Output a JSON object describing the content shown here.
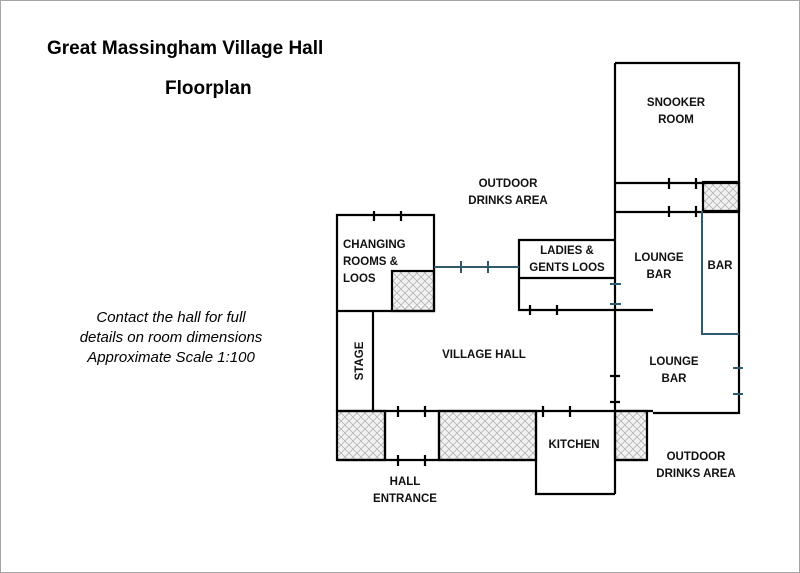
{
  "title": "Great Massingham Village Hall",
  "subtitle": "Floorplan",
  "note": [
    "Contact the hall for full",
    "details on room dimensions",
    "Approximate Scale 1:100"
  ],
  "rooms": {
    "snooker": [
      "SNOOKER",
      "ROOM"
    ],
    "outdoor_top": [
      "OUTDOOR",
      "DRINKS AREA"
    ],
    "changing": [
      "CHANGING",
      "ROOMS &",
      "LOOS"
    ],
    "loos": [
      "LADIES &",
      "GENTS LOOS"
    ],
    "lounge1": [
      "LOUNGE",
      "BAR"
    ],
    "bar": "BAR",
    "lounge2": [
      "LOUNGE",
      "BAR"
    ],
    "stage": "STAGE",
    "village_hall": "VILLAGE HALL",
    "kitchen": "KITCHEN",
    "entrance": [
      "HALL",
      "ENTRANCE"
    ],
    "outdoor_bottom": [
      "OUTDOOR",
      "DRINKS AREA"
    ]
  }
}
